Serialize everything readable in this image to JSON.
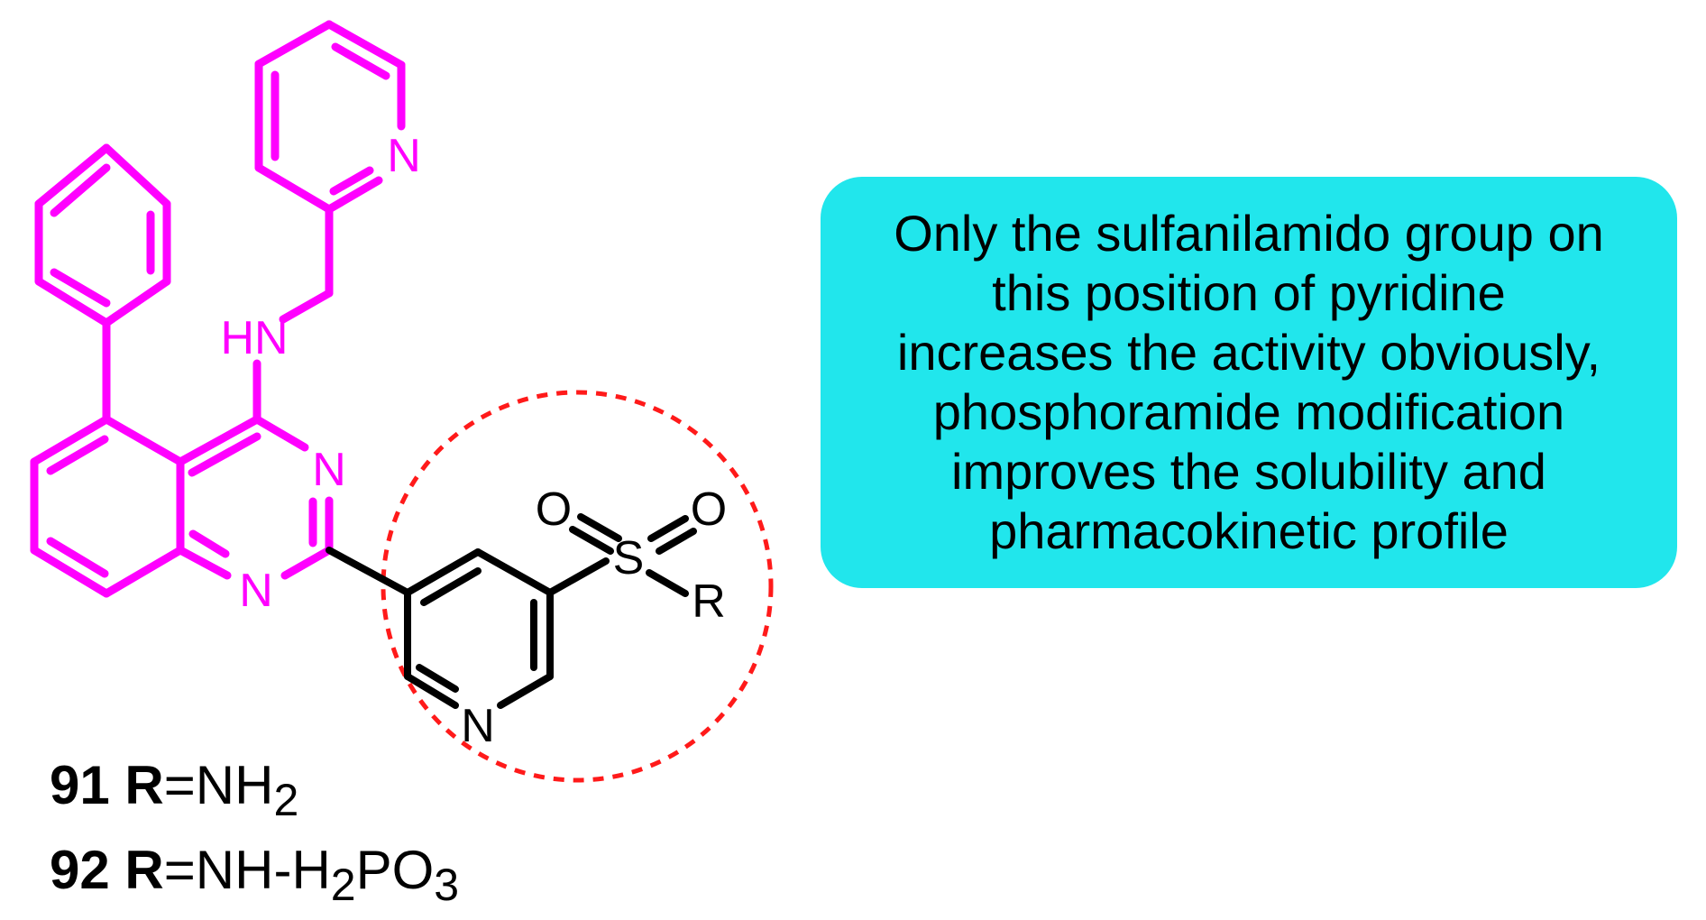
{
  "colors": {
    "scaffold": "#ff00ff",
    "substituent": "#000000",
    "highlight_circle": "#ff1a1a",
    "callout_bg": "#21e6ec"
  },
  "atoms": {
    "pyridyl_n": "N",
    "amine_nh": "HN",
    "quinazoline_n3": "N",
    "quinazoline_n1": "N",
    "pyridine_n": "N",
    "sulfonyl_o1": "O",
    "sulfonyl_o2": "O",
    "sulfur": "S",
    "r_group": "R"
  },
  "compounds": [
    {
      "id": "91",
      "r_label": "R",
      "eq": "=NH",
      "sub": "2",
      "rest": "",
      "sub2": ""
    },
    {
      "id": "92",
      "r_label": "R",
      "eq": "=NH-H",
      "sub": "2",
      "rest": "PO",
      "sub2": "3"
    }
  ],
  "callout_lines": [
    "Only the sulfanilamido group on",
    "this position of pyridine",
    "increases the activity obviously,",
    "phosphoramide modification",
    "improves the solubility and",
    "pharmacokinetic profile"
  ]
}
